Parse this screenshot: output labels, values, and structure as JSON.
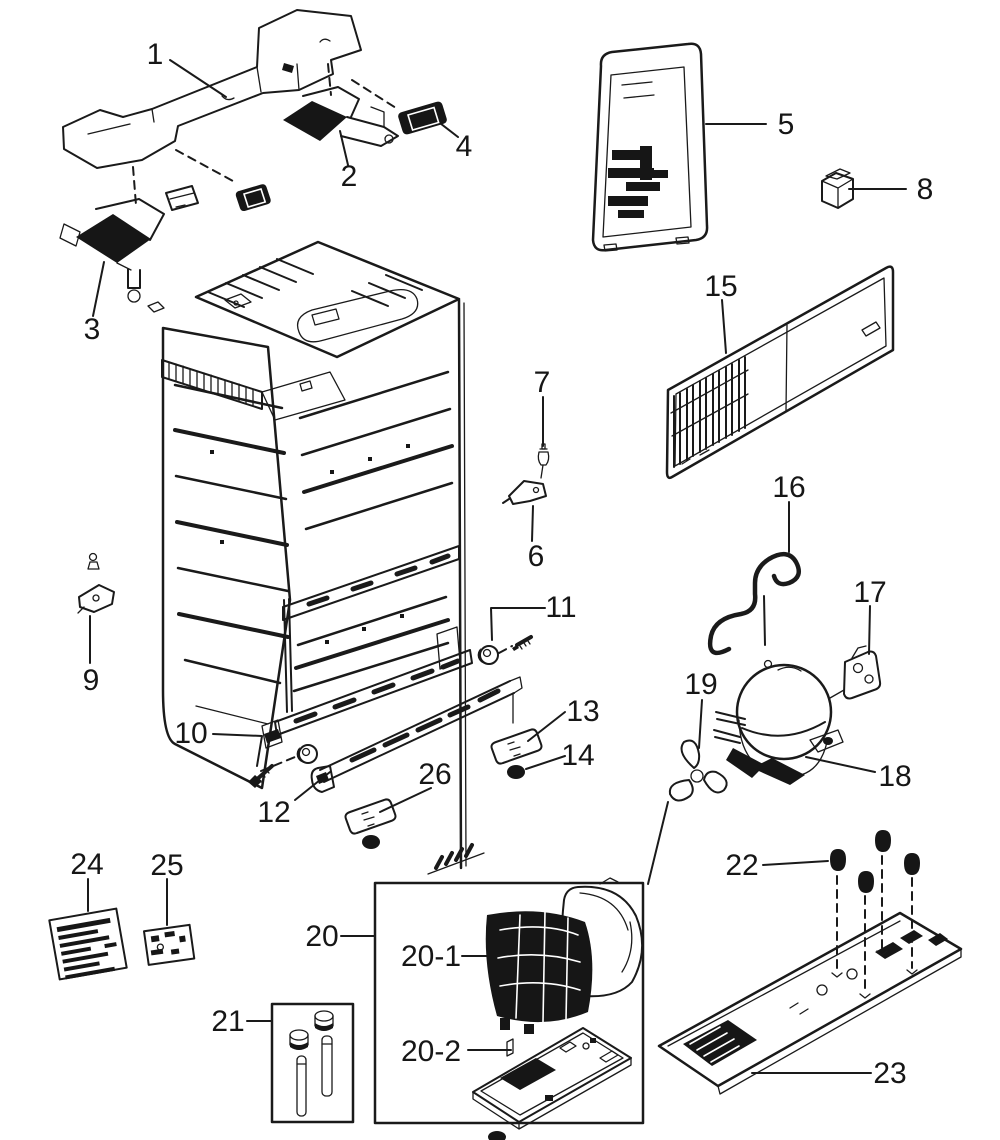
{
  "diagram": {
    "type": "exploded-parts-diagram",
    "subject": "refrigerator cabinet and machine compartment",
    "background_color": "#ffffff",
    "line_color": "#1a1a1a",
    "callouts": [
      {
        "id": "1",
        "label": "1"
      },
      {
        "id": "2",
        "label": "2"
      },
      {
        "id": "3",
        "label": "3"
      },
      {
        "id": "4",
        "label": "4"
      },
      {
        "id": "5",
        "label": "5"
      },
      {
        "id": "6",
        "label": "6"
      },
      {
        "id": "7",
        "label": "7"
      },
      {
        "id": "8",
        "label": "8"
      },
      {
        "id": "9",
        "label": "9"
      },
      {
        "id": "10",
        "label": "10"
      },
      {
        "id": "11",
        "label": "11"
      },
      {
        "id": "12",
        "label": "12"
      },
      {
        "id": "13",
        "label": "13"
      },
      {
        "id": "14",
        "label": "14"
      },
      {
        "id": "15",
        "label": "15"
      },
      {
        "id": "16",
        "label": "16"
      },
      {
        "id": "17",
        "label": "17"
      },
      {
        "id": "18",
        "label": "18"
      },
      {
        "id": "19",
        "label": "19"
      },
      {
        "id": "20",
        "label": "20"
      },
      {
        "id": "20-1",
        "label": "20-1"
      },
      {
        "id": "20-2",
        "label": "20-2"
      },
      {
        "id": "21",
        "label": "21"
      },
      {
        "id": "22",
        "label": "22"
      },
      {
        "id": "23",
        "label": "23"
      },
      {
        "id": "24",
        "label": "24"
      },
      {
        "id": "25",
        "label": "25"
      },
      {
        "id": "26",
        "label": "26"
      }
    ]
  }
}
